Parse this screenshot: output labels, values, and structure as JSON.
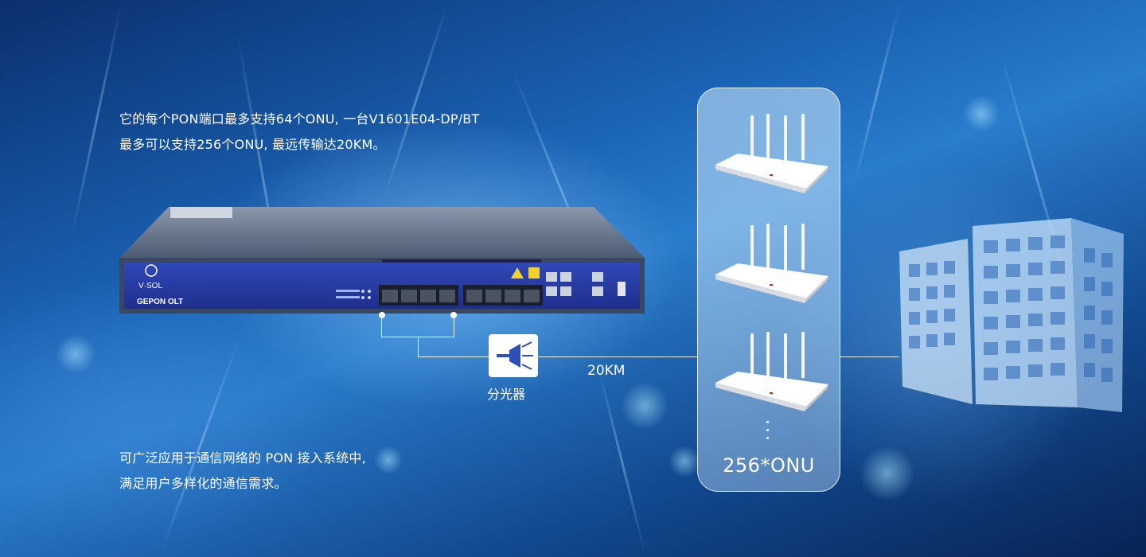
{
  "description": {
    "line1": "它的每个PON端口最多支持64个ONU, 一台V1601E04-DP/BT",
    "line2": "最多可以支持256个ONU, 最远传输达20KM。"
  },
  "application": {
    "line1": "可广泛应用于通信网络的 PON 接入系统中,",
    "line2": "满足用户多样化的通信需求。"
  },
  "device": {
    "brand": "V·SOL",
    "model": "GEPON OLT"
  },
  "splitter": {
    "label": "分光器",
    "icon": "optical-splitter-icon"
  },
  "link": {
    "distance": "20KM"
  },
  "onu_group": {
    "label": "256*ONU",
    "icon": "wifi-router-icon"
  },
  "building": {
    "icon": "office-building-icon"
  },
  "colors": {
    "olt_front": "#283fa3",
    "olt_body": "#56657c",
    "line": "#ffffff"
  }
}
